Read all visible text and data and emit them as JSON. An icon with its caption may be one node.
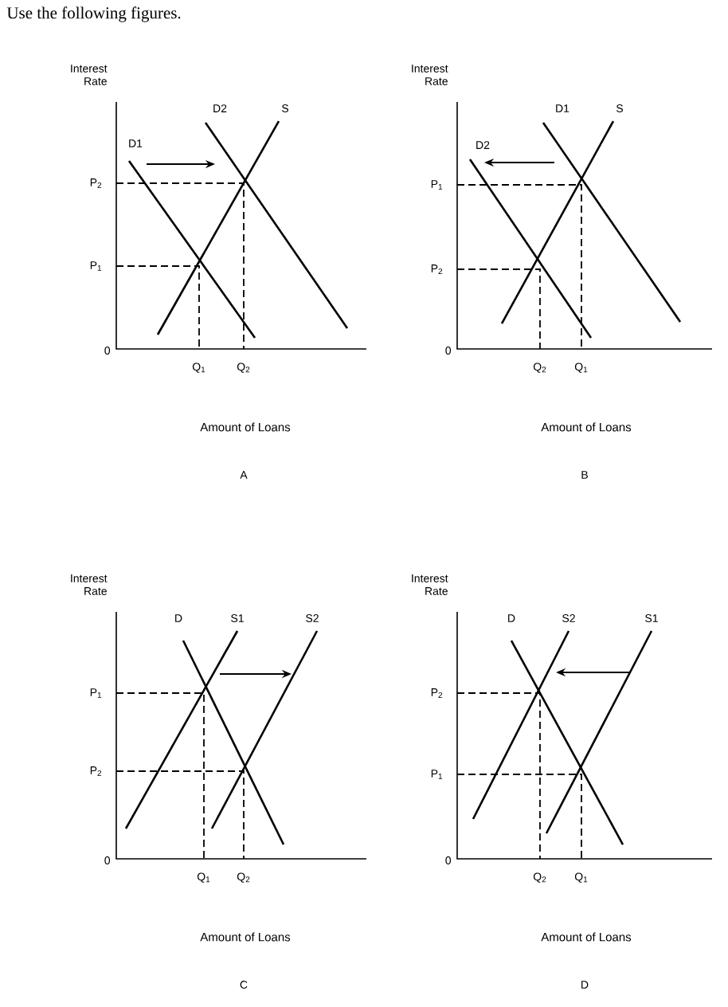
{
  "diagram": {
    "title": "Use the following figures.",
    "labels": [
      "Interest Rate",
      "D2",
      "S",
      "D1",
      "P$_{2}$",
      "P$_{1}$",
      "0",
      "Q$_{1}$",
      "Q$_{2}$",
      "Amount of Loans",
      "A",
      "Interest Rate",
      "D1",
      "S",
      "D2",
      "P$_{1}$",
      "P$_{2}$",
      "0",
      "Q$_{2}$",
      "Q$_{1}$",
      "Amount of Loans",
      "B",
      "Interest Rate",
      "D",
      "S1",
      "S2",
      "P$_{1}$",
      "P$_{2}$",
      "0",
      "Q$_{1}$",
      "Q$_{2}$",
      "Amount of Loans",
      "C",
      "Interest Rate",
      "D",
      "S2",
      "S1",
      "P$_{2}$",
      "P$_{1}$",
      "0",
      "Q$_{2}$",
      "Q$_{1}$",
      "Amount of Loans",
      "D"
    ]
  }
}
